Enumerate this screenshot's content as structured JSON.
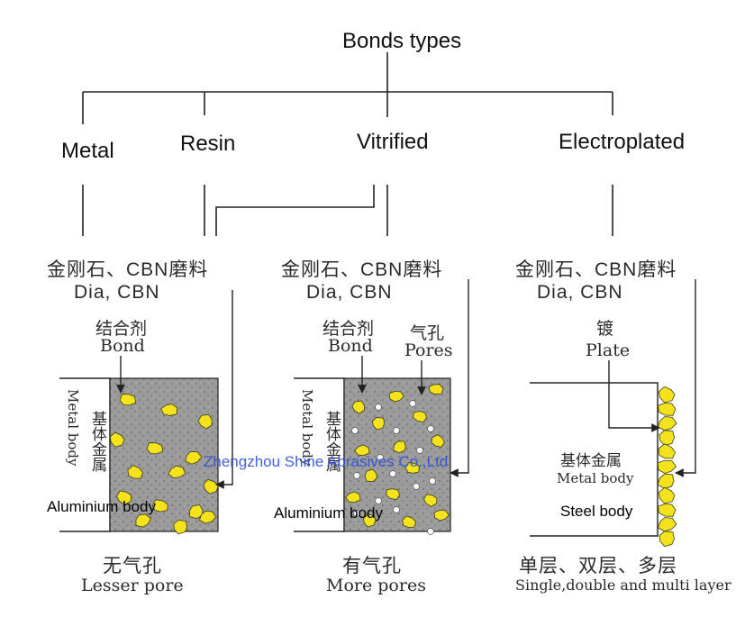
{
  "title": "Bonds types",
  "bond_types": [
    "Metal",
    "Resin",
    "Vitrified",
    "Electroplated"
  ],
  "columns": [
    {
      "abrasive_cn": "金刚石、CBN磨料",
      "abrasive_en": "Dia, CBN",
      "label_cn": "结合剂",
      "label_en": "Bond",
      "body_cn": "基体金属",
      "body_en": "Metal body",
      "body_note": "Aluminium body",
      "pore_cn": "无气孔",
      "pore_en": "Lesser pore"
    },
    {
      "abrasive_cn": "金刚石、CBN磨料",
      "abrasive_en": "Dia, CBN",
      "label_cn": "结合剂",
      "label_en": "Bond",
      "label2_cn": "气孔",
      "label2_en": "Pores",
      "body_cn": "基体金属",
      "body_en": "Metal body",
      "body_note": "Aluminium body",
      "pore_cn": "有气孔",
      "pore_en": "More pores"
    },
    {
      "abrasive_cn": "金刚石、CBN磨料",
      "abrasive_en": "Dia, CBN",
      "label_cn": "镀",
      "label_en": "Plate",
      "body_cn": "基体金属",
      "body_en": "Metal body",
      "body_note": "Steel body",
      "pore_cn": "单层、双层、多层",
      "pore_en": "Single,double and multi layer"
    }
  ],
  "watermark": "Zhengzhou Shine Abrasives Co.,Ltd",
  "colors": {
    "bond_fill": "#9b9b9b",
    "grain_fill": "#f3e21c",
    "grain_stroke": "#3a3a1a",
    "line": "#222222",
    "watermark": "#2f4fd6"
  }
}
